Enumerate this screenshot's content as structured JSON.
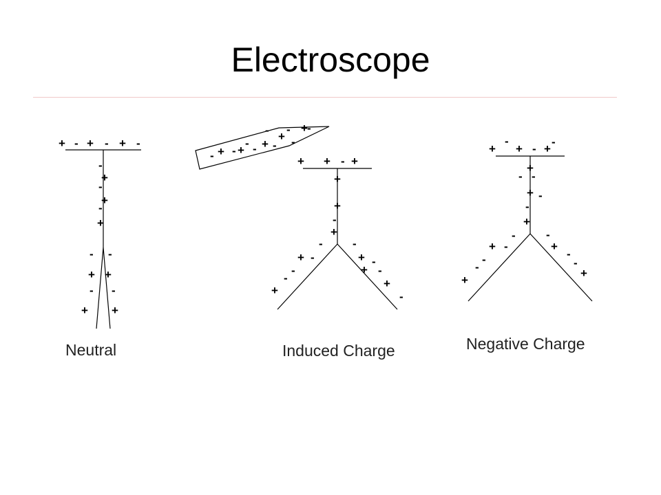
{
  "title": "Electroscope",
  "labels": {
    "neutral": "Neutral",
    "induced": "Induced Charge",
    "negative": "Negative Charge"
  },
  "neutral_signs": [
    "+",
    "-",
    "+",
    "-",
    "+",
    "-",
    "-",
    "+",
    "-",
    "+",
    "-",
    "+",
    "-",
    "-",
    "+",
    "+",
    "-",
    "-",
    "+",
    "+"
  ],
  "rod_signs": [
    "-",
    "+",
    "-",
    "+",
    "-",
    "-",
    "+",
    "+",
    "-",
    "-",
    "-",
    "+",
    "-",
    "-"
  ],
  "induced_signs": [
    "+",
    "+",
    "-",
    "+",
    "+",
    "+",
    "-",
    "+",
    "-",
    "-",
    "+",
    "-",
    "+",
    "-",
    "-",
    "+",
    "-",
    "-",
    "+",
    "+",
    "-"
  ],
  "negative_signs": [
    "+",
    "-",
    "+",
    "-",
    "+",
    "-",
    "+",
    "-",
    "-",
    "+",
    "-",
    "+",
    "-",
    "-",
    "+",
    "-",
    "+",
    "-",
    "-",
    "+",
    "-",
    "-",
    "+",
    "-"
  ]
}
